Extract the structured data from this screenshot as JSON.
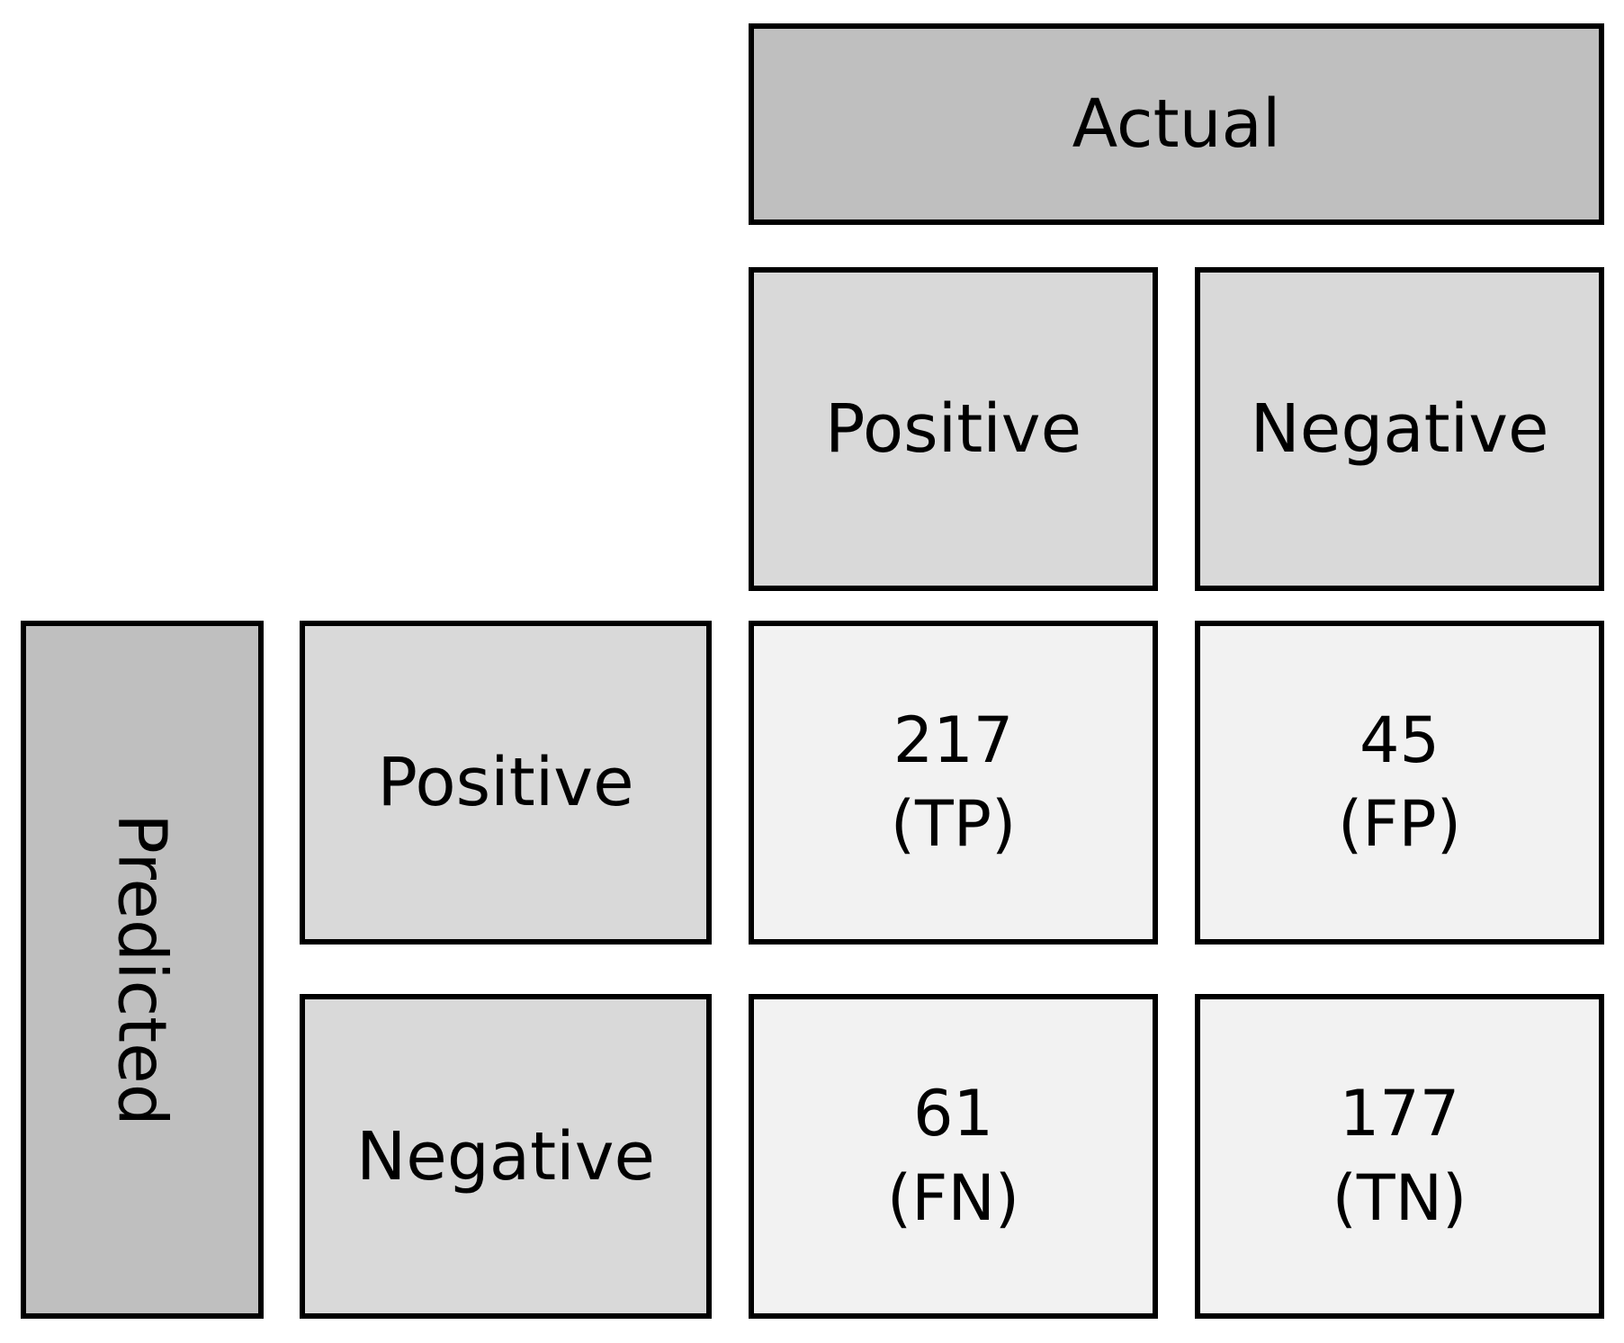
{
  "actual_header": "Actual",
  "predicted_header": "Predicted",
  "columns": [
    "Positive",
    "Negative"
  ],
  "rows": [
    "Positive",
    "Negative"
  ],
  "cells": {
    "tp": {
      "value": "217",
      "tag": "(TP)"
    },
    "fp": {
      "value": "45",
      "tag": "(FP)"
    },
    "fn": {
      "value": "61",
      "tag": "(FN)"
    },
    "tn": {
      "value": "177",
      "tag": "(TN)"
    }
  },
  "colors": {
    "header_dark": "#bfbfbf",
    "header_light": "#d9d9d9",
    "cell": "#f2f2f2",
    "border": "#000000"
  }
}
